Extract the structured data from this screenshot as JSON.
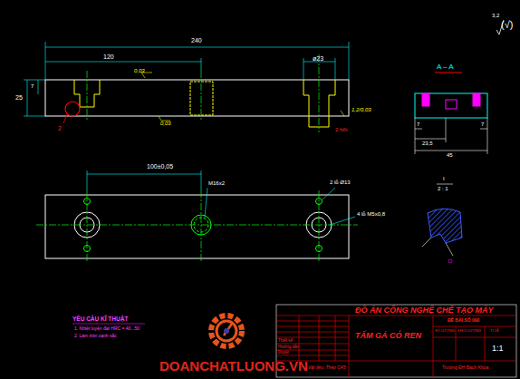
{
  "diagram": {
    "labels": [
      "240",
      "120",
      "ø23",
      "0,03",
      "25",
      "7",
      "2",
      "0,03",
      "1,2/0,03",
      "2 hốt",
      "A – A",
      "7",
      "7",
      "23,5",
      "45",
      "I",
      "2 : 1",
      "100±0,05",
      "M16x2",
      "2 lỗ Ø13",
      "4 lỗ M5x0,8",
      "3,2",
      "(√)",
      "YÊU CẦU KĨ THUẬT",
      "1. Nhiệt luyện đạt HRC = 40...50",
      "2. Làm tròn cạnh sắc",
      "ĐỒ ÁN CÔNG NGHỆ CHẾ TẠO MÁY",
      "ĐỀ BÀI SỐ 090",
      "TẤM GÁ CÓ REN",
      "SỐ LƯỢNG",
      "KHỐI LƯỢNG",
      "TỈ LỆ",
      "1:1",
      "Thiết kế",
      "Hướng dẫn",
      "Duyệt",
      "Vật liệu: Thép C45",
      "Trường ĐH Bách Khoa",
      "DOANCHATLUONG.VN"
    ]
  }
}
